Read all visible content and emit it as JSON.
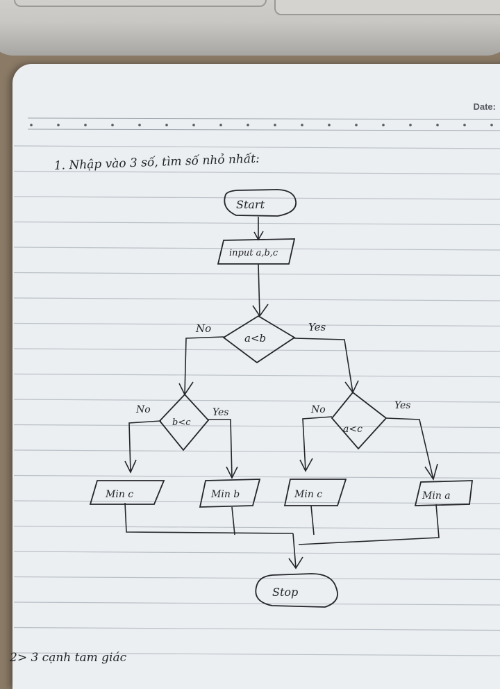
{
  "header": {
    "date_label": "Date:"
  },
  "title": "1. Nhập vào 3 số, tìm số nhỏ nhất:",
  "flowchart": {
    "start": "Start",
    "input": "input a,b,c",
    "decision_ab": "a<b",
    "decision_bc": "b<c",
    "decision_ac": "a<c",
    "labels": {
      "no_1": "No",
      "yes_1": "Yes",
      "no_2": "No",
      "yes_2": "Yes",
      "no_3": "No",
      "yes_3": "Yes"
    },
    "out_min_c": "Min c",
    "out_min_b": "Min b",
    "out_min_c_2": "Min c",
    "out_min_a": "Min a",
    "stop": "Stop"
  },
  "footer_note": "2> 3 cạnh tam giác"
}
